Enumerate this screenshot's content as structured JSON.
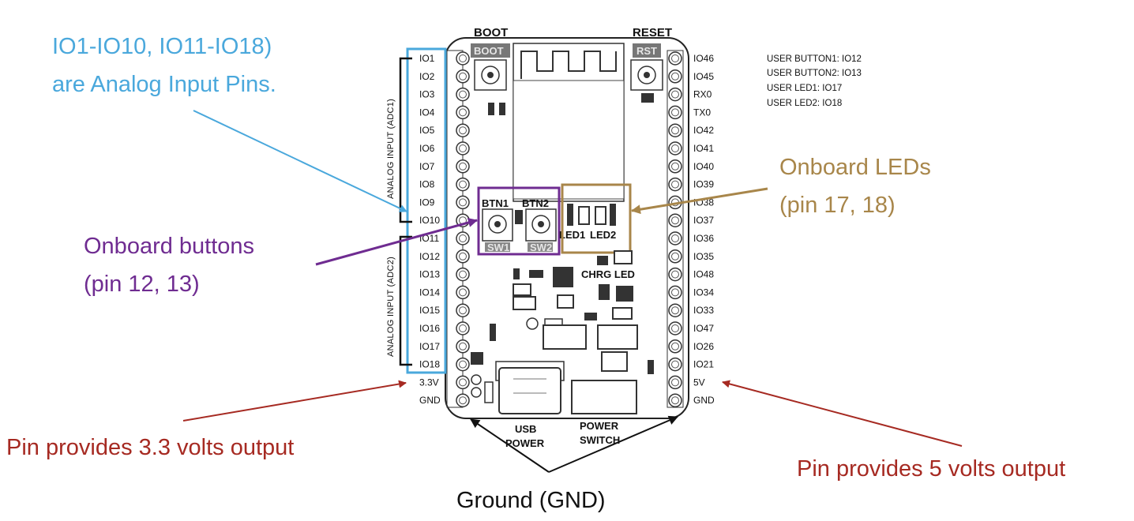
{
  "annotations": {
    "analog_line1": "IO1-IO10, IO11-IO18)",
    "analog_line2": "are Analog Input Pins.",
    "buttons_line1": "Onboard buttons",
    "buttons_line2": "(pin 12, 13)",
    "leds_line1": "Onboard LEDs",
    "leds_line2": "(pin 17, 18)",
    "pin33": "Pin provides 3.3 volts output",
    "pin5": "Pin provides 5 volts output",
    "ground": "Ground (GND)"
  },
  "user_info": [
    "USER BUTTON1: IO12",
    "USER BUTTON2: IO13",
    "USER LED1: IO17",
    "USER LED2: IO18"
  ],
  "board": {
    "boot": "BOOT",
    "reset": "RESET",
    "boot_silk": "BOOT",
    "rst_silk": "RST",
    "btn1": "BTN1",
    "btn2": "BTN2",
    "sw1": "SW1",
    "sw2": "SW2",
    "led1": "LED1",
    "led2": "LED2",
    "chrg": "CHRG LED",
    "usb_line1": "USB",
    "usb_line2": "POWER",
    "switch_line1": "POWER",
    "switch_line2": "SWITCH",
    "adc1": "ANALOG INPUT (ADC1)",
    "adc2": "ANALOG INPUT (ADC2)"
  },
  "left_pins": [
    "IO1",
    "IO2",
    "IO3",
    "IO4",
    "IO5",
    "IO6",
    "IO7",
    "IO8",
    "IO9",
    "IO10",
    "IO11",
    "IO12",
    "IO13",
    "IO14",
    "IO15",
    "IO16",
    "IO17",
    "IO18",
    "3.3V",
    "GND"
  ],
  "right_pins": [
    "IO46",
    "IO45",
    "RX0",
    "TX0",
    "IO42",
    "IO41",
    "IO40",
    "IO39",
    "IO38",
    "IO37",
    "IO36",
    "IO35",
    "IO48",
    "IO34",
    "IO33",
    "IO47",
    "IO26",
    "IO21",
    "5V",
    "GND"
  ],
  "colors": {
    "analog": "#4aa8dc",
    "buttons": "#6f2c91",
    "leds": "#a8864a",
    "power": "#a62a22",
    "ground": "#111111"
  }
}
